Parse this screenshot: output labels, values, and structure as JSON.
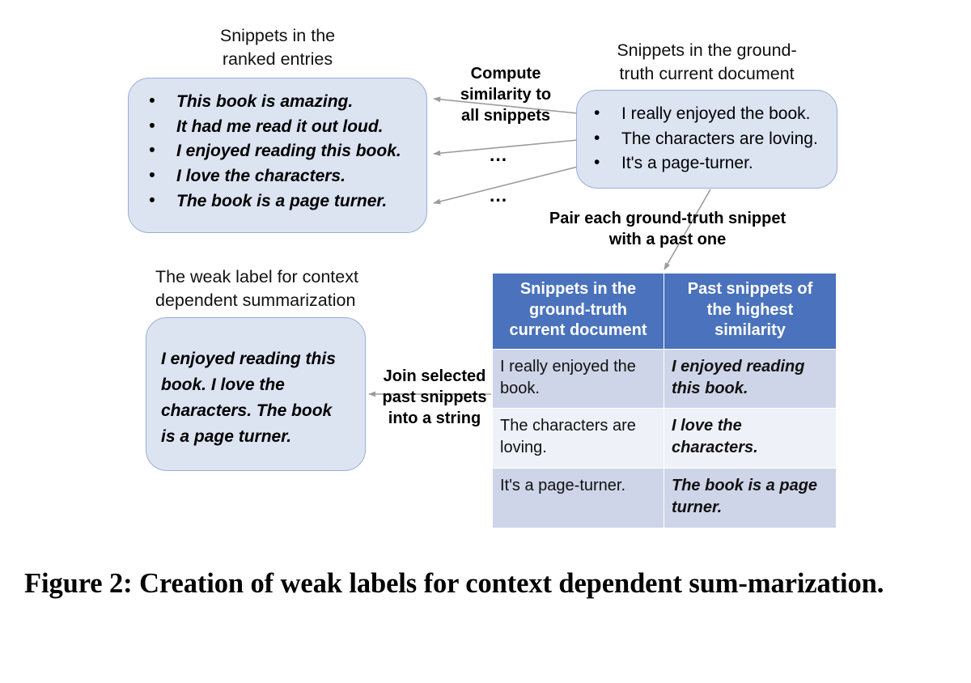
{
  "figure": {
    "caption": "Figure 2: Creation of weak labels for context dependent sum-marization."
  },
  "ranked_entries": {
    "caption": "Snippets in the\nranked entries",
    "snippets": [
      "This book is amazing.",
      "It had me read it out loud.",
      "I enjoyed reading this book.",
      "I love the characters.",
      "The book is a page turner."
    ]
  },
  "ground_truth": {
    "caption": "Snippets in the ground-\ntruth current document",
    "snippets": [
      "I really enjoyed the book.",
      "The characters are loving.",
      "It's a page-turner."
    ]
  },
  "weak_label": {
    "caption": "The weak label for context\ndependent summarization",
    "text": "I enjoyed reading this book. I love the characters. The book is a page turner."
  },
  "annotations": {
    "compute_similarity": "Compute\nsimilarity to\nall snippets",
    "pair_each": "Pair each ground-truth snippet\nwith a past one",
    "join_selected": "Join selected\npast snippets\ninto a string",
    "ellipsis": "..."
  },
  "pair_table": {
    "columns": [
      "Snippets in the\nground-truth\ncurrent document",
      "Past snippets of\nthe highest\nsimilarity"
    ],
    "rows": [
      {
        "ground_truth_snippet": "I really enjoyed the book.",
        "past_snippet": "I enjoyed reading this book."
      },
      {
        "ground_truth_snippet": "The characters are loving.",
        "past_snippet": "I love the characters."
      },
      {
        "ground_truth_snippet": "It's a page-turner.",
        "past_snippet": "The book is a page turner."
      }
    ]
  },
  "colors": {
    "box_fill": "#dce4f2",
    "box_border": "#9aaed4",
    "table_header": "#4a72bd",
    "table_row_odd": "#ced5e8",
    "table_row_even": "#eef1f8",
    "arrow": "#9b9b9b",
    "background": "#ffffff"
  }
}
